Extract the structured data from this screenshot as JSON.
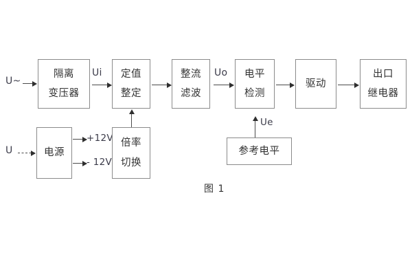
{
  "figure": {
    "caption": "图 1"
  },
  "blocks": {
    "isolation_transformer": {
      "line1": "隔离",
      "line2": "变压器"
    },
    "setting_value": {
      "line1": "定值",
      "line2": "整定"
    },
    "rectify_filter": {
      "line1": "整流",
      "line2": "滤波"
    },
    "level_detect": {
      "line1": "电平",
      "line2": "检测"
    },
    "drive": {
      "line1": "驱动"
    },
    "output_relay": {
      "line1": "出口",
      "line2": "继电器"
    },
    "power_supply": {
      "line1": "电源"
    },
    "multiplier_switch": {
      "line1": "倍率",
      "line2": "切换"
    },
    "reference_level": {
      "line1": "参考电平"
    }
  },
  "signals": {
    "ac_input": "U~",
    "dc_input": "U",
    "ui": "Ui",
    "uo": "Uo",
    "ue": "Ue",
    "rail_positive": "+12V",
    "rail_negative": "- 12V"
  },
  "colors": {
    "box_border": "#8a8a8a",
    "line": "#4a4a4a",
    "text": "#333333",
    "background": "#ffffff"
  }
}
